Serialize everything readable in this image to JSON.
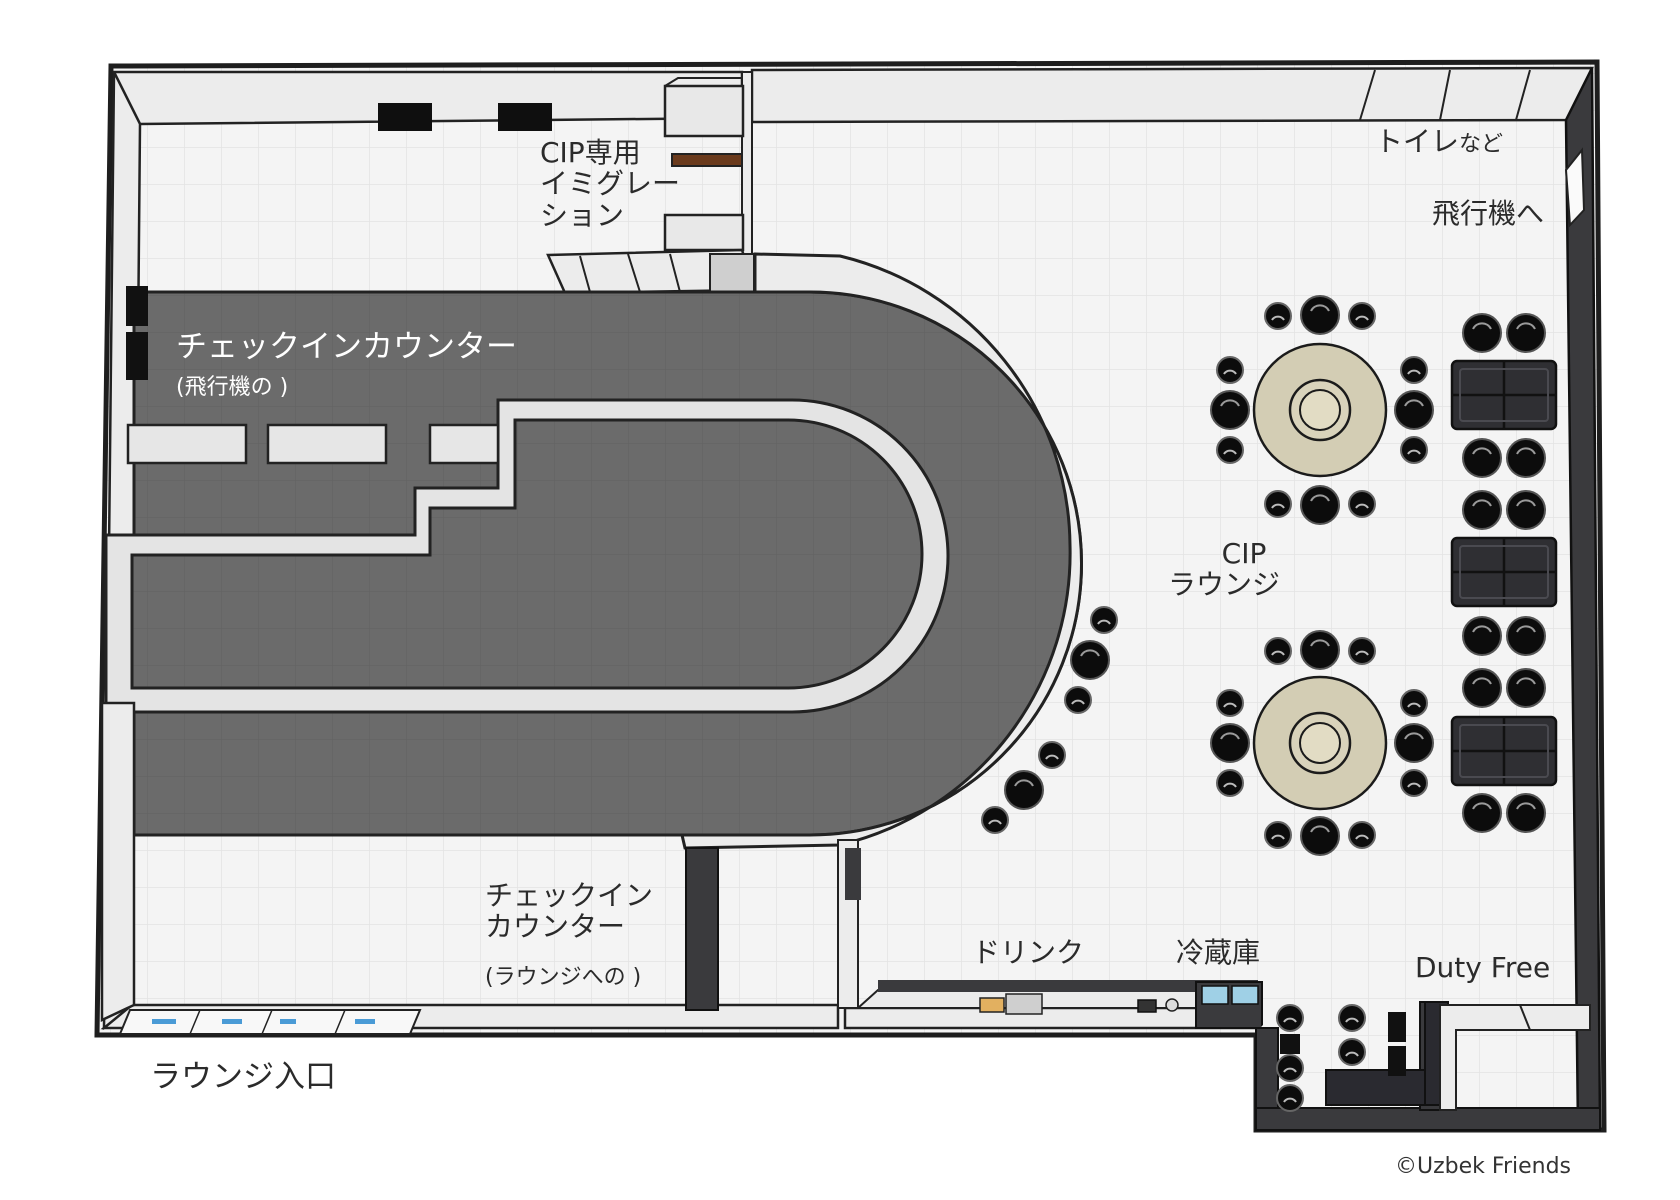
{
  "labels": {
    "checkin_main": "チェックインカウンター",
    "checkin_main_sub": "(飛行機の )",
    "cip_immigration": [
      "CIP専用",
      "イミグレー",
      "ション"
    ],
    "toilet_main": "トイレ",
    "toilet_suffix": "など",
    "to_plane": "飛行機へ",
    "cip_lounge": [
      "CIP",
      "ラウンジ"
    ],
    "checkin_lounge": [
      "チェックイン",
      "カウンター"
    ],
    "checkin_lounge_sub": "(ラウンジへの )",
    "drink": "ドリンク",
    "fridge": "冷蔵庫",
    "duty_free": "Duty Free",
    "lounge_entrance": "ラウンジ入口",
    "copyright": "©Uzbek Friends"
  },
  "colors": {
    "floor_tile": "#f2f2f2",
    "grid": "#e2e2e2",
    "wall_light": "#ebebeb",
    "wall_dark": "#3a3a3d",
    "counter_dark": "#6a6a6a",
    "table": "#d6d0b8",
    "chair": "#0d0d0d"
  },
  "icons": [
    "round-table-icon",
    "chair-icon",
    "sofa-icon",
    "fridge-icon",
    "drink-icon"
  ]
}
